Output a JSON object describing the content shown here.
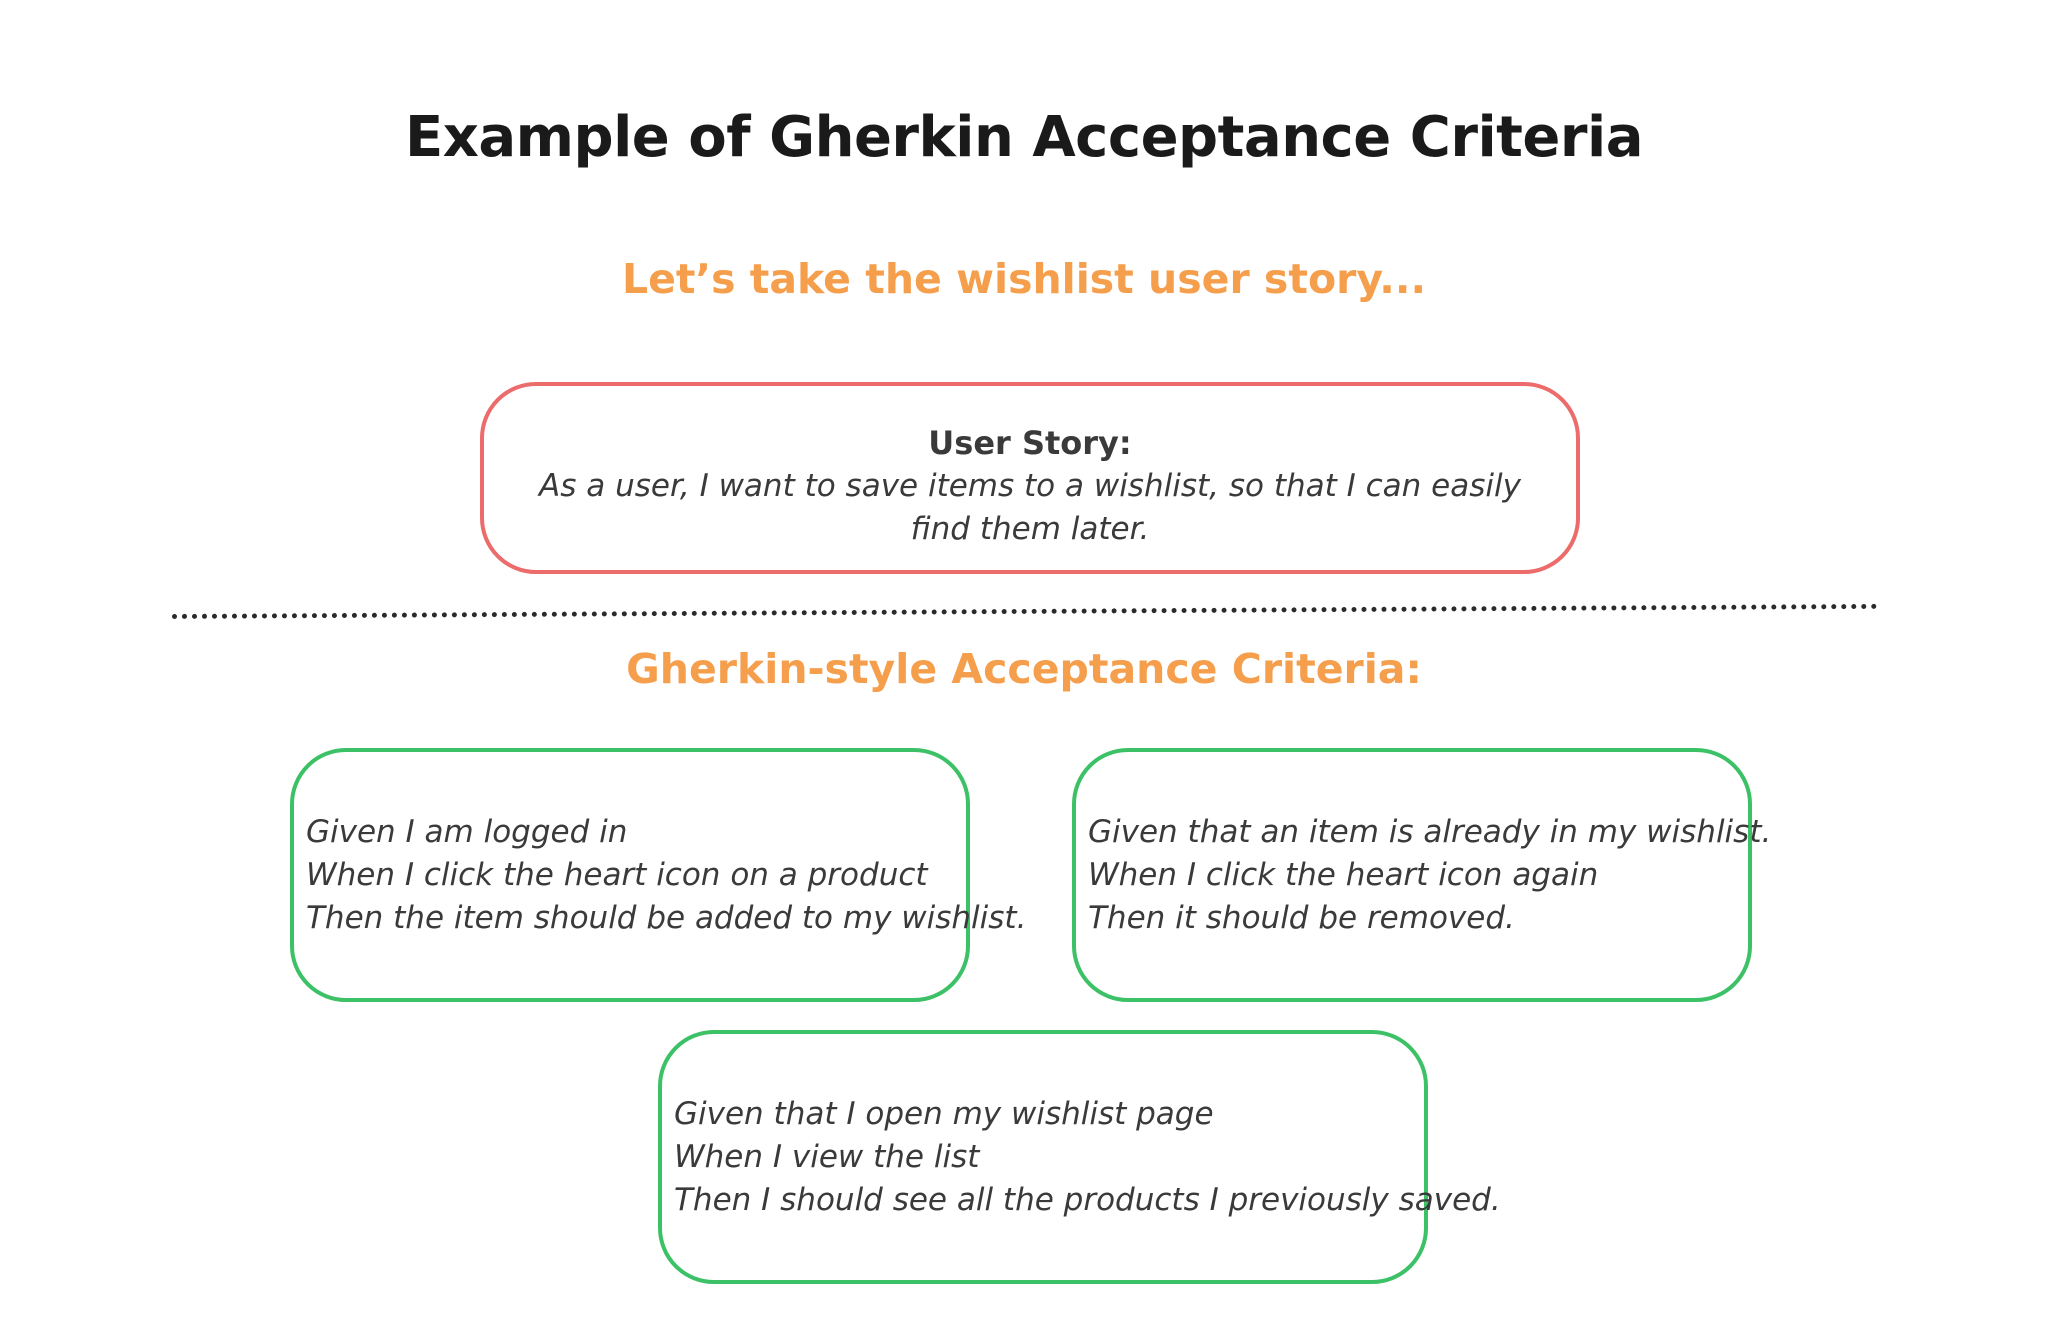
{
  "title": "Example of Gherkin Acceptance Criteria",
  "story_intro": "Let’s take the wishlist user story...",
  "user_story": {
    "label": "User Story:",
    "text": "As a user, I want to save items to a wishlist, so that I can easily find them later."
  },
  "criteria_heading": "Gherkin-style Acceptance Criteria:",
  "criteria": [
    {
      "given": "Given I am logged in",
      "when": "When I click the heart icon on a product",
      "then": "Then the item should be added to my wishlist."
    },
    {
      "given": "Given that an item is already in my wishlist.",
      "when": "When I click the heart icon again",
      "then": "Then it should be removed."
    },
    {
      "given": "Given that I open my wishlist page",
      "when": "When I view the list",
      "then": "Then I should see all the products I previously saved."
    }
  ],
  "colors": {
    "heading_accent": "#f59e4c",
    "story_border": "#ec6b6b",
    "criteria_border": "#3cc167"
  }
}
